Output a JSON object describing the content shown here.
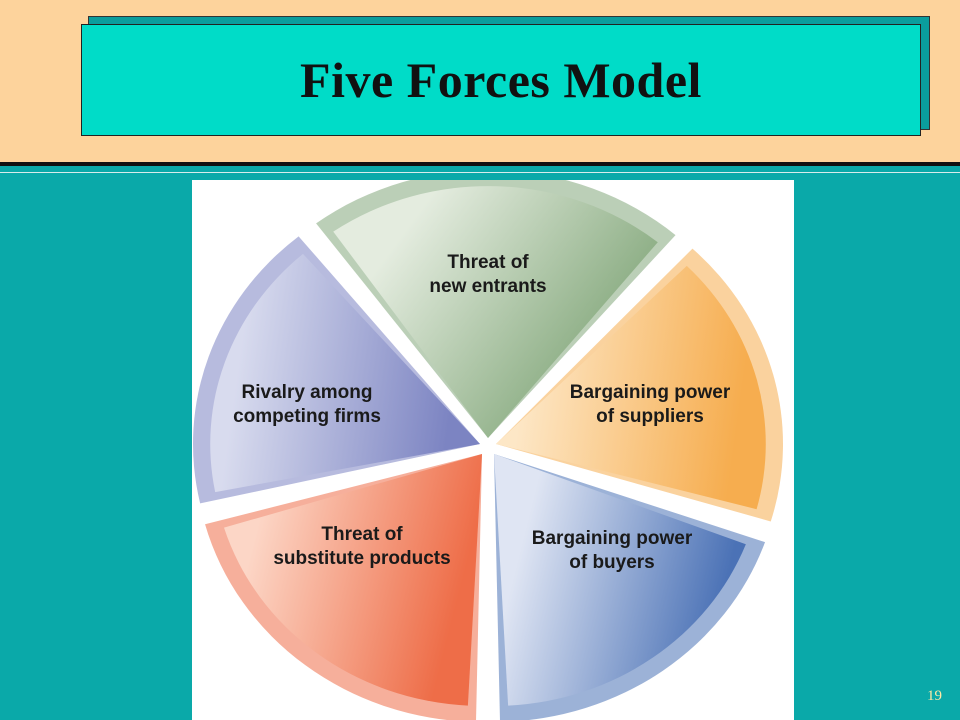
{
  "slide": {
    "title": "Five Forces Model",
    "number": "19"
  },
  "diagram": {
    "segments": [
      {
        "id": "new-entrants",
        "line1": "Threat of",
        "line2": "new entrants",
        "color_light": "#e4ecdf",
        "color_dark": "#84a87c"
      },
      {
        "id": "suppliers",
        "line1": "Bargaining power",
        "line2": "of suppliers",
        "color_light": "#fde7c6",
        "color_dark": "#f6ad4f"
      },
      {
        "id": "buyers",
        "line1": "Bargaining power",
        "line2": "of buyers",
        "color_light": "#dfe5f3",
        "color_dark": "#4b72b6"
      },
      {
        "id": "substitutes",
        "line1": "Threat of",
        "line2": "substitute products",
        "color_light": "#fcd6c6",
        "color_dark": "#ee6d48"
      },
      {
        "id": "rivalry",
        "line1": "Rivalry among",
        "line2": "competing firms",
        "color_light": "#d8dbee",
        "color_dark": "#7c84c2"
      }
    ]
  },
  "colors": {
    "background": "#0aa9a9",
    "header_band": "#fdd39c",
    "title_box": "#00dcc8"
  }
}
